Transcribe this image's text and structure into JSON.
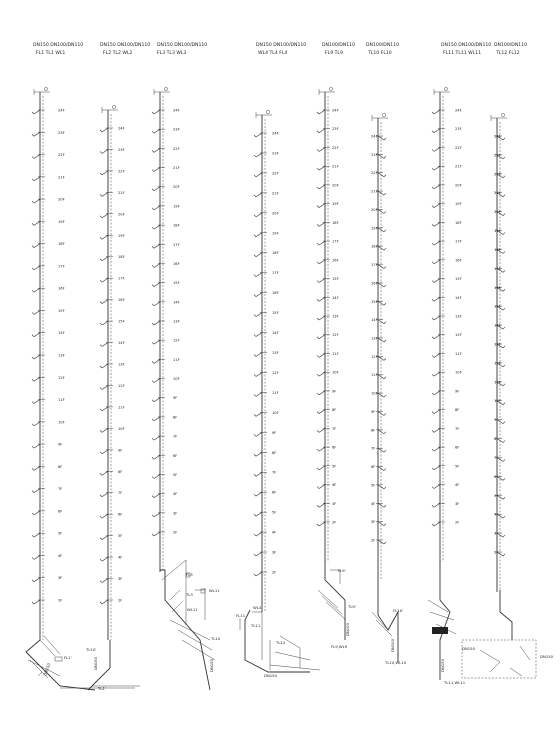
{
  "stacks": [
    {
      "id": "s1",
      "header": {
        "line1": "DN150  DN100/DN110",
        "line2": "FL1 TL1 WL1"
      }
    },
    {
      "id": "s2",
      "header": {
        "line1": "DN150  DN100/DN110",
        "line2": "FL2 TL2 WL2"
      }
    },
    {
      "id": "s3",
      "header": {
        "line1": "DN150  DN100/DN110",
        "line2": "FL3 TL3 WL3"
      }
    },
    {
      "id": "s4",
      "header": {
        "line1": "DN150  DN100/DN110",
        "line2": "WL4 TL4 FL4"
      }
    },
    {
      "id": "s5",
      "header": {
        "line1": "DN100/DN110",
        "line2": "FL9 TL9"
      }
    },
    {
      "id": "s6",
      "header": {
        "line1": "DN100/DN110",
        "line2": "TL10 FL10"
      }
    },
    {
      "id": "s7",
      "header": {
        "line1": "DN150 DN100/DN110",
        "line2": "FL11 TL11 WL11"
      }
    },
    {
      "id": "s8",
      "header": {
        "line1": "DN100/DN110",
        "line2": "TL12 FL12"
      }
    }
  ],
  "floor_levels": [
    "24F",
    "23F",
    "22F",
    "21F",
    "20F",
    "19F",
    "18F",
    "17F",
    "16F",
    "15F",
    "14F",
    "13F",
    "12F",
    "11F",
    "10F",
    "9F",
    "8F",
    "7F",
    "6F",
    "5F",
    "4F",
    "3F",
    "2F"
  ],
  "annotations": {
    "a1": "FL1'",
    "a2": "TL1'",
    "a3": "TL10'",
    "a4": "DN150",
    "a5": "DN150",
    "b1": "FL3",
    "b2": "TL3",
    "b3": "WL11",
    "b4": "WL11",
    "b5": "TL10",
    "b6": "DN150",
    "c1": "FL11",
    "c2": "TL11",
    "c3": "WL4",
    "c4": "DN150",
    "c5": "TL12",
    "d1": "FL9'",
    "d2": "TL9'",
    "d3": "DN100",
    "d4": "FL9,WL9",
    "e1": "FL10'",
    "e2": "DN100",
    "e3": "TL10,WL10",
    "f1": "DN150",
    "f2": "TL11,WL11",
    "g1": "DN150",
    "g2": "DN150"
  }
}
